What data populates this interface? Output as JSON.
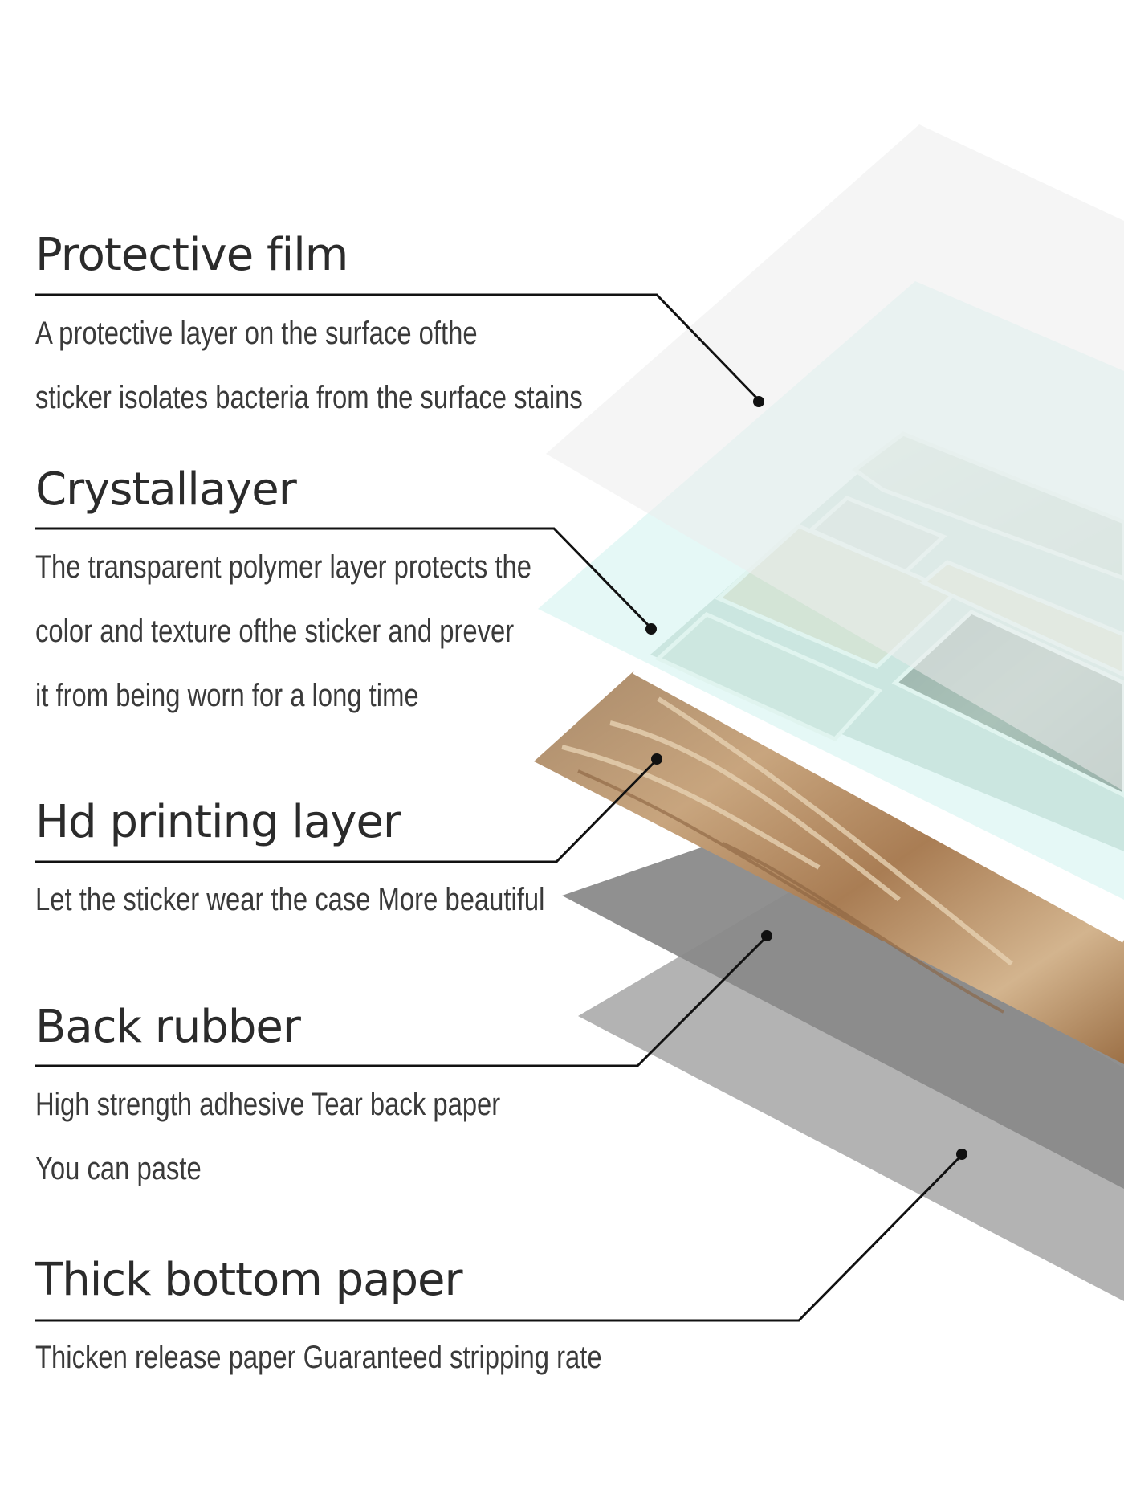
{
  "layers": [
    {
      "id": "protective-film",
      "title": "Protective film",
      "lines": [
        "A protective layer on the surface ofthe",
        "sticker isolates bacteria from the surface stains"
      ]
    },
    {
      "id": "crystal-layer",
      "title": "Crystallayer",
      "lines": [
        "The transparent polymer layer protects the",
        "color and texture ofthe sticker and prever",
        "it from being worn for a long time"
      ]
    },
    {
      "id": "hd-printing-layer",
      "title": "Hd printing layer",
      "lines": [
        "Let the sticker wear the case More beautiful"
      ]
    },
    {
      "id": "back-rubber",
      "title": "Back rubber",
      "lines": [
        "High strength adhesive Tear back paper",
        "You can paste"
      ]
    },
    {
      "id": "thick-bottom-paper",
      "title": "Thick bottom paper",
      "lines": [
        "Thicken release paper Guaranteed stripping rate"
      ]
    }
  ],
  "colors": {
    "protective_film": "#efefef",
    "crystal_layer": "#d6f3f0",
    "tile_light": "#c9d6c9",
    "tile_beige": "#d7d2b8",
    "tile_dark": "#6f7a6c",
    "marble": "#b48a5f",
    "back_rubber": "#8c8c8c",
    "bottom_paper": "#b3b3b3",
    "leader": "#111111"
  }
}
